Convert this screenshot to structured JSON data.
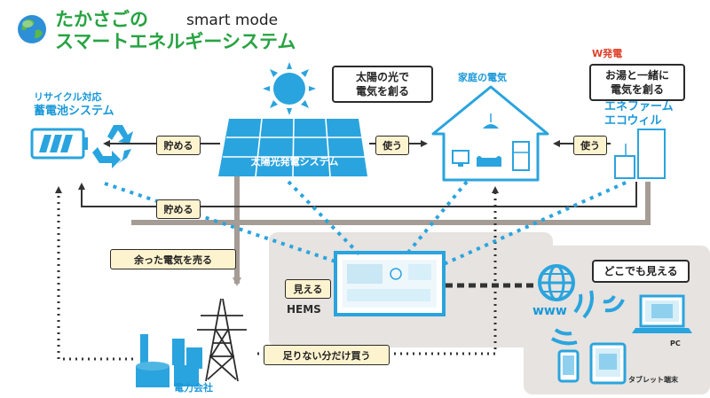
{
  "header": {
    "title_line1": "たかさごの",
    "title_line2": "スマートエネルギーシステム",
    "mode": "smart mode"
  },
  "nodes": {
    "battery_sub": "リサイクル対応",
    "battery": "蓄電池システム",
    "solar": "太陽光発電システム",
    "house": "家庭の電気",
    "w_power": "W発電",
    "enefarm_line1": "エネファーム",
    "enefarm_line2": "エコウィル",
    "hems": "HEMS",
    "power_company": "電力会社",
    "www": "www",
    "pc": "PC",
    "tablet": "タブレット端末"
  },
  "bubbles": {
    "sun_line1": "太陽の光で",
    "sun_line2": "電気を創る",
    "hotwater_line1": "お湯と一緒に",
    "hotwater_line2": "電気を創る",
    "anywhere": "どこでも見える"
  },
  "flows": {
    "store_top": "貯める",
    "use_solar": "使う",
    "use_enefarm": "使う",
    "store_bottom": "貯める",
    "sell_surplus": "余った電気を売る",
    "see": "見える",
    "buy_shortage": "足りない分だけ買う"
  },
  "colors": {
    "title_green": "#27a342",
    "accent_blue": "#1a98d8",
    "flow_gray": "#a59c95",
    "panel_gray": "#e6e3e0",
    "label_fill": "#fef3cf",
    "w_red": "#e0412a"
  }
}
